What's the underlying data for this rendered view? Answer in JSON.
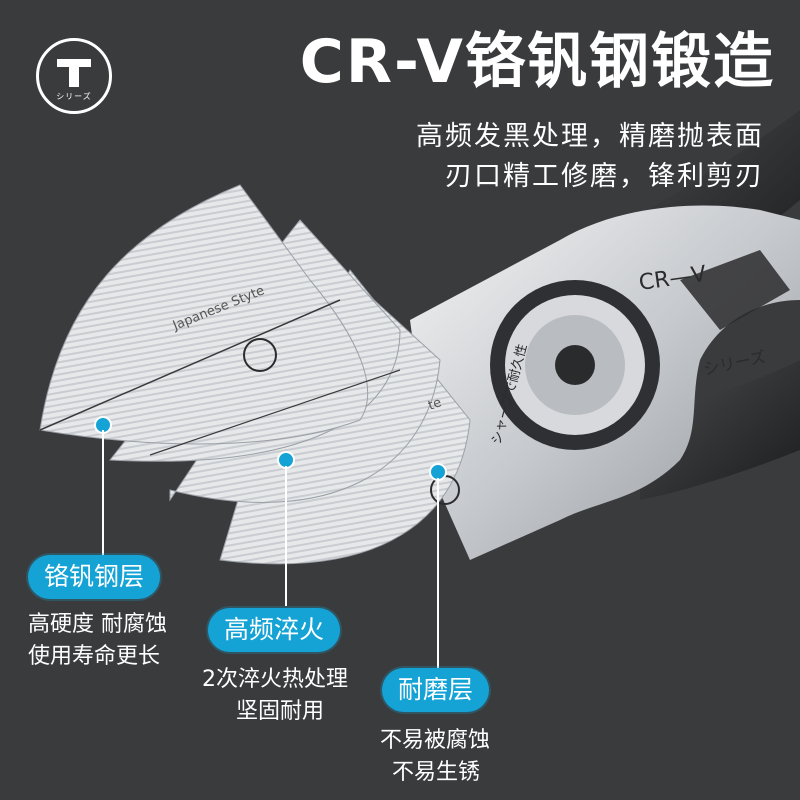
{
  "brand": {
    "badge_series": "シリーズ"
  },
  "header": {
    "title": "CR-V铬钒钢锻造",
    "line1": "高频发黑处理，精磨抛表面",
    "line2": "刃口精工修磨，锋利剪刃"
  },
  "tool": {
    "jaw_text": "CR—V",
    "handle_text": "シリーズ",
    "ring_text": "シャープで耐久性",
    "blade_text": "Japanese Styte",
    "blade_text_partial": "te"
  },
  "layers": [
    {
      "label": "铬钒钢层",
      "desc_lines": [
        "高硬度 耐腐蚀",
        "使用寿命更长"
      ]
    },
    {
      "label": "高频淬火",
      "desc_lines": [
        "2次淬火热处理",
        "坚固耐用"
      ]
    },
    {
      "label": "耐磨层",
      "desc_lines": [
        "不易被腐蚀",
        "不易生锈"
      ]
    }
  ],
  "colors": {
    "background": "#3a3b3d",
    "accent": "#15a3d6",
    "text": "#ffffff"
  }
}
